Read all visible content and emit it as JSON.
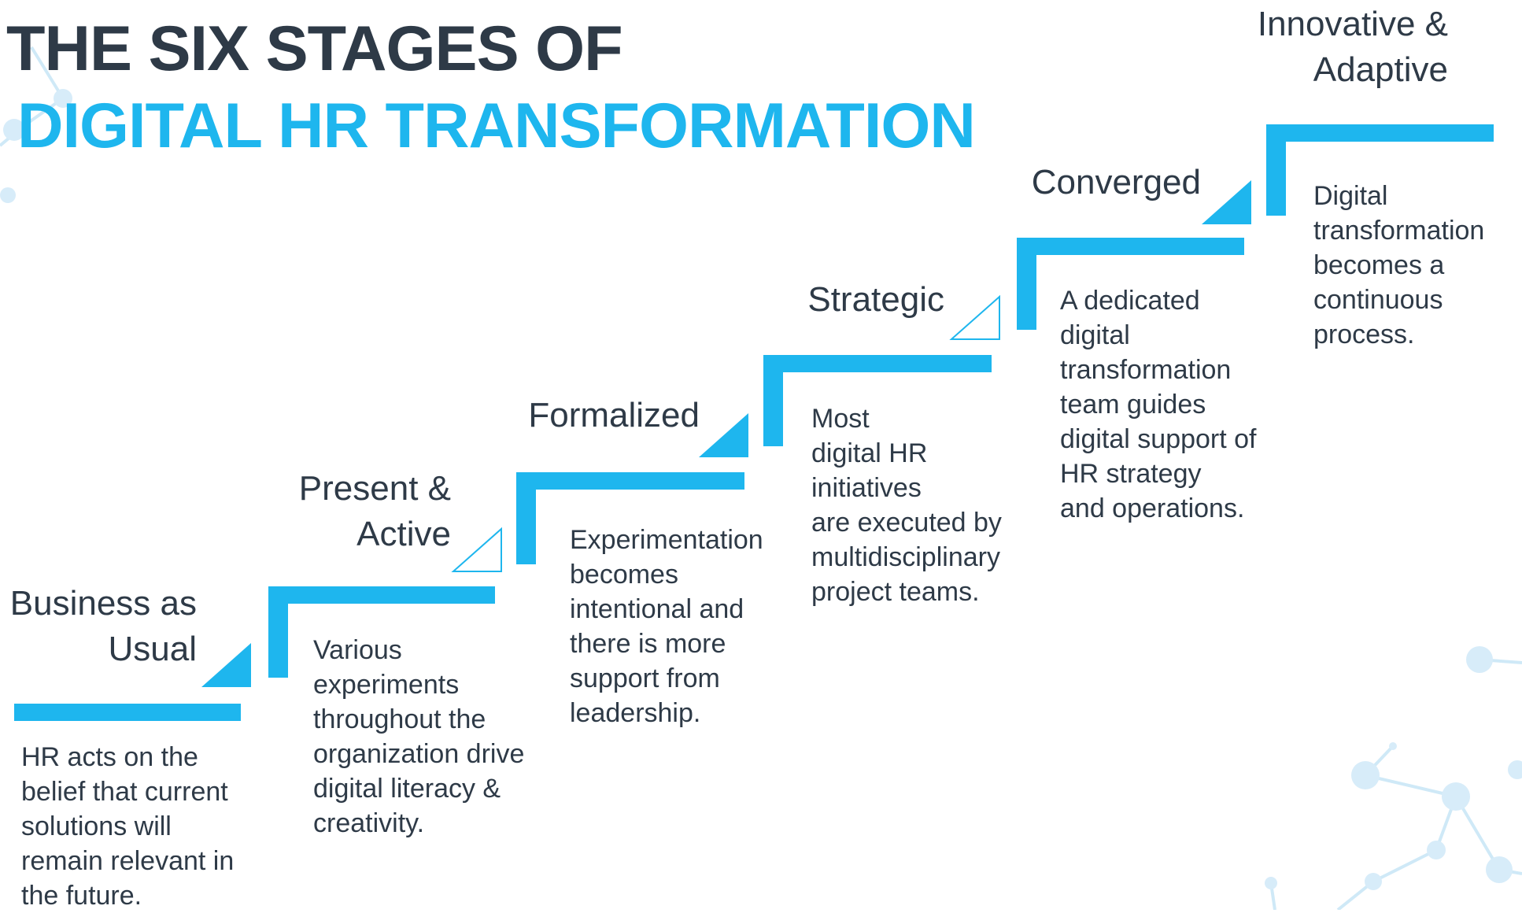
{
  "header": {
    "line1": "THE SIX STAGES OF",
    "line2": "DIGITAL HR TRANSFORMATION"
  },
  "colors": {
    "accent": "#1eb6ee",
    "heading": "#2e3a47",
    "decor": "#cfe9f7"
  },
  "stages": [
    {
      "title_lines": [
        "Business as",
        "Usual"
      ],
      "description_lines": [
        "HR acts on the",
        "belief that current",
        "solutions will",
        "remain relevant in",
        "the future."
      ]
    },
    {
      "title_lines": [
        "Present &",
        "Active"
      ],
      "description_lines": [
        "Various",
        "experiments",
        "throughout the",
        "organization drive",
        "digital literacy &",
        "creativity."
      ]
    },
    {
      "title_lines": [
        "Formalized"
      ],
      "description_lines": [
        "Experimentation",
        "becomes",
        "intentional and",
        "there is more",
        "support from",
        "leadership."
      ]
    },
    {
      "title_lines": [
        "Strategic"
      ],
      "description_lines": [
        "Most",
        "digital HR",
        "initiatives",
        "are executed by",
        "multidisciplinary",
        "project teams."
      ]
    },
    {
      "title_lines": [
        "Converged"
      ],
      "description_lines": [
        "A dedicated",
        "digital",
        "transformation",
        "team guides",
        "digital support of",
        "HR strategy",
        "and operations."
      ]
    },
    {
      "title_lines": [
        "Innovative &",
        "Adaptive"
      ],
      "description_lines": [
        "Digital",
        "transformation",
        "becomes a",
        "continuous",
        "process."
      ]
    }
  ]
}
